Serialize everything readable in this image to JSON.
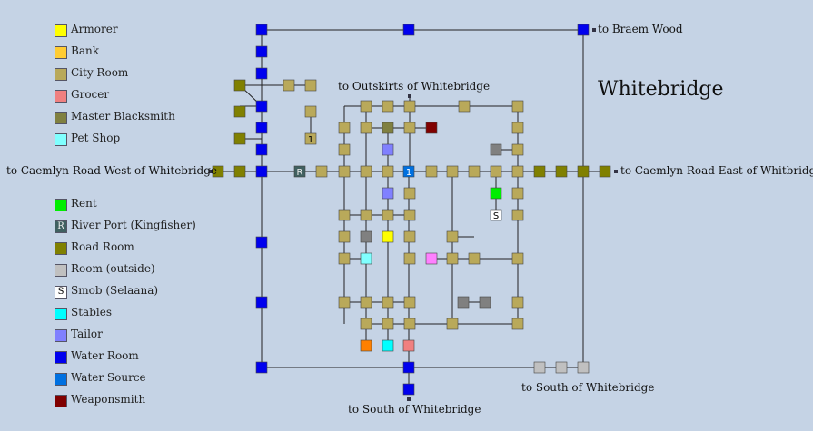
{
  "title": "Whitebridge",
  "legend": [
    {
      "label": "Armorer",
      "color": "#ffff00"
    },
    {
      "label": "Bank",
      "color": "#ffcc33"
    },
    {
      "label": "City Room",
      "color": "#b9a95a"
    },
    {
      "label": "Grocer",
      "color": "#f08080"
    },
    {
      "label": "Master Blacksmith",
      "color": "#808040"
    },
    {
      "label": "Pet Shop",
      "color": "#80ffff"
    },
    {
      "label": "Rent",
      "color": "#00ee00"
    },
    {
      "label": "River Port (Kingfisher)",
      "color": "#406060",
      "glyph": "R"
    },
    {
      "label": "Road Room",
      "color": "#808000"
    },
    {
      "label": "Room (outside)",
      "color": "#c0c0c0"
    },
    {
      "label": "Smob (Selaana)",
      "color": "#ffffff",
      "glyph": "S"
    },
    {
      "label": "Stables",
      "color": "#00ffff"
    },
    {
      "label": "Tailor",
      "color": "#8080ff"
    },
    {
      "label": "Water Room",
      "color": "#0000ee"
    },
    {
      "label": "Water Source",
      "color": "#0070e0"
    },
    {
      "label": "Weaponsmith",
      "color": "#800000"
    }
  ],
  "exits": {
    "braem_wood": "to Braem Wood",
    "outskirts": "to Outskirts of Whitebridge",
    "caemlyn_west": "to Caemlyn Road West of Whitebridge",
    "caemlyn_east": "to Caemlyn Road East of Whitbridge",
    "south_1": "to South of Whitebridge",
    "south_2": "to South of Whitebridge"
  },
  "marks": {
    "river_port": "R",
    "smob": "S",
    "number": "1"
  }
}
